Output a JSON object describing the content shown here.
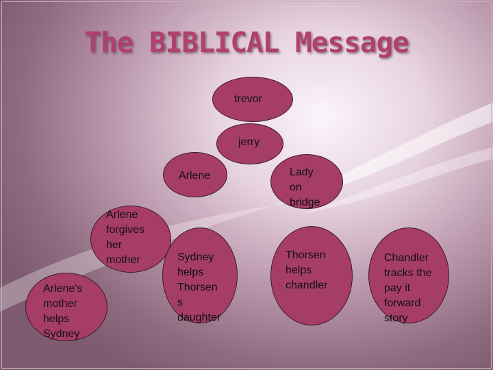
{
  "slide": {
    "title": "The BIBLICAL Message",
    "colors": {
      "node_fill": "#a63d66",
      "node_border": "#3a1a28",
      "title": "#b0406e",
      "background_center": "#fbf5fa",
      "background_edge": "#7e5b70"
    }
  },
  "nodes": [
    {
      "id": "trevor",
      "text": "trevor"
    },
    {
      "id": "jerry",
      "text": "jerry"
    },
    {
      "id": "arlene",
      "text": "Arlene"
    },
    {
      "id": "lady-on-bridge",
      "text": "Lady\non\nbridge"
    },
    {
      "id": "arlene-forgives",
      "text": "Arlene\nforgives\nher\nmother"
    },
    {
      "id": "sydney-helps",
      "text": "Sydney\nhelps\nThorsen\ns\ndaughter"
    },
    {
      "id": "thorsen-helps",
      "text": "Thorsen\nhelps\nchandler"
    },
    {
      "id": "chandler-tracks",
      "text": "Chandler\ntracks the\npay it\nforward\nstory"
    },
    {
      "id": "arlenes-mother",
      "text": "Arlene's\nmother\nhelps\nSydney"
    }
  ]
}
